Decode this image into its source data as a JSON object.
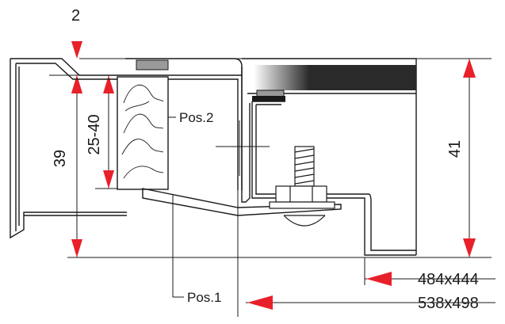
{
  "dimensions": {
    "gap": "2",
    "height_total": "39",
    "compression_range": "25-40",
    "frame_height": "41",
    "cutout_small": "484x444",
    "cutout_large": "538x498"
  },
  "positions": {
    "pos1": "Pos.1",
    "pos2": "Pos.2"
  },
  "colors": {
    "arrow": "#e8202a",
    "line": "#1a1a1a",
    "glass": "#2a2a2a",
    "spacer": "#9a9a9a"
  }
}
